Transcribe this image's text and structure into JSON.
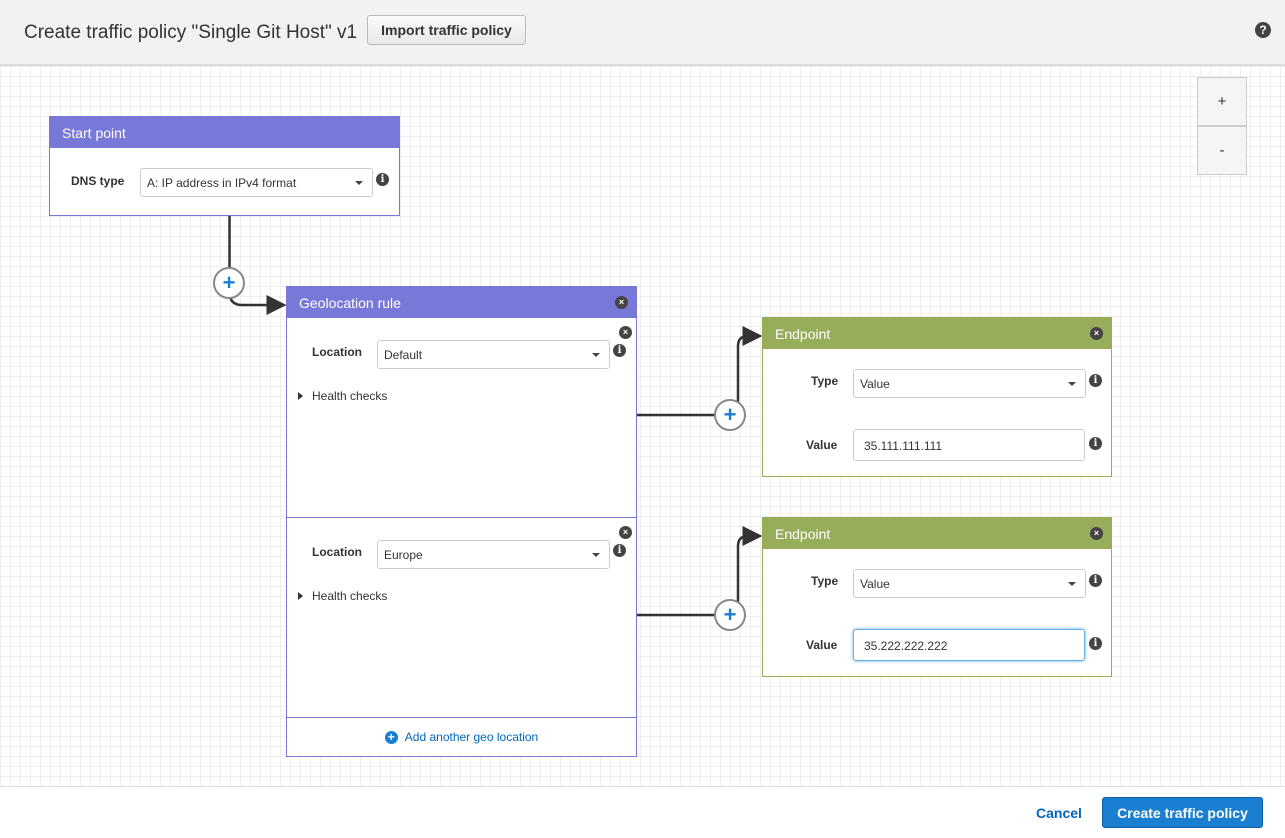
{
  "header": {
    "title": "Create traffic policy \"Single Git Host\" v1",
    "import_label": "Import traffic policy",
    "help_icon": "question-circle-icon"
  },
  "zoom": {
    "in_label": "+",
    "out_label": "-"
  },
  "start_point": {
    "title": "Start point",
    "dns_type_label": "DNS type",
    "dns_type_value": "A: IP address in IPv4 format"
  },
  "geo_rule": {
    "title": "Geolocation rule",
    "rules": [
      {
        "location_label": "Location",
        "location_value": "Default",
        "health_checks": "Health checks"
      },
      {
        "location_label": "Location",
        "location_value": "Europe",
        "health_checks": "Health checks"
      }
    ],
    "add_label": "Add another geo location"
  },
  "endpoints": [
    {
      "title": "Endpoint",
      "type_label": "Type",
      "type_value": "Value",
      "value_label": "Value",
      "value": "35.111.111.111"
    },
    {
      "title": "Endpoint",
      "type_label": "Type",
      "type_value": "Value",
      "value_label": "Value",
      "value": "35.222.222.222"
    }
  ],
  "footer": {
    "cancel_label": "Cancel",
    "create_label": "Create traffic policy"
  },
  "colors": {
    "rule_header": "#7878d8",
    "endpoint_header": "#98ad5a",
    "primary": "#1a7fd1"
  }
}
